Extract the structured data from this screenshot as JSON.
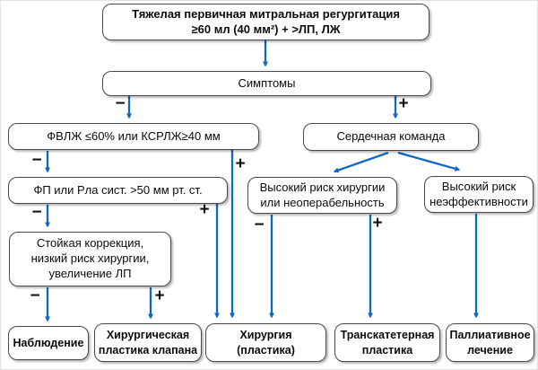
{
  "diagram": {
    "colors": {
      "arrow": "#1166c5",
      "border": "#4a4a4a",
      "background": "#ffffff"
    },
    "signs": {
      "minus": "−",
      "plus": "+"
    },
    "nodes": {
      "title": {
        "line1": "Тяжелая первичная митральная регургитация",
        "line2": "≥60 мл (40 мм²) + >ЛП, ЛЖ"
      },
      "symptoms": {
        "label": "Симптомы"
      },
      "lvef": {
        "label": "ФВЛЖ ≤60% или КСРЛЖ≥40 мм"
      },
      "heart_team": {
        "label": "Сердечная команда"
      },
      "af_pa": {
        "label": "ФП или Рла сист. >50 мм рт. ст."
      },
      "high_surgical_risk": {
        "line1": "Высокий риск хирургии",
        "line2": "или неоперабельность"
      },
      "high_futility_risk": {
        "line1": "Высокий риск",
        "line2": "неэффективности"
      },
      "durable_correction": {
        "line1": "Стойкая коррекция,",
        "line2": "низкий риск хирургии,",
        "line3": "увеличение ЛП"
      },
      "watchful_waiting": {
        "label": "Наблюдение"
      },
      "surgical_valve_repair": {
        "line1": "Хирургическая",
        "line2": "пластика клапана"
      },
      "surgery_repair": {
        "line1": "Хирургия",
        "line2": "(пластика)"
      },
      "transcatheter_repair": {
        "line1": "Транскатетерная",
        "line2": "пластика"
      },
      "palliative_care": {
        "line1": "Паллиативное",
        "line2": "лечение"
      }
    }
  }
}
